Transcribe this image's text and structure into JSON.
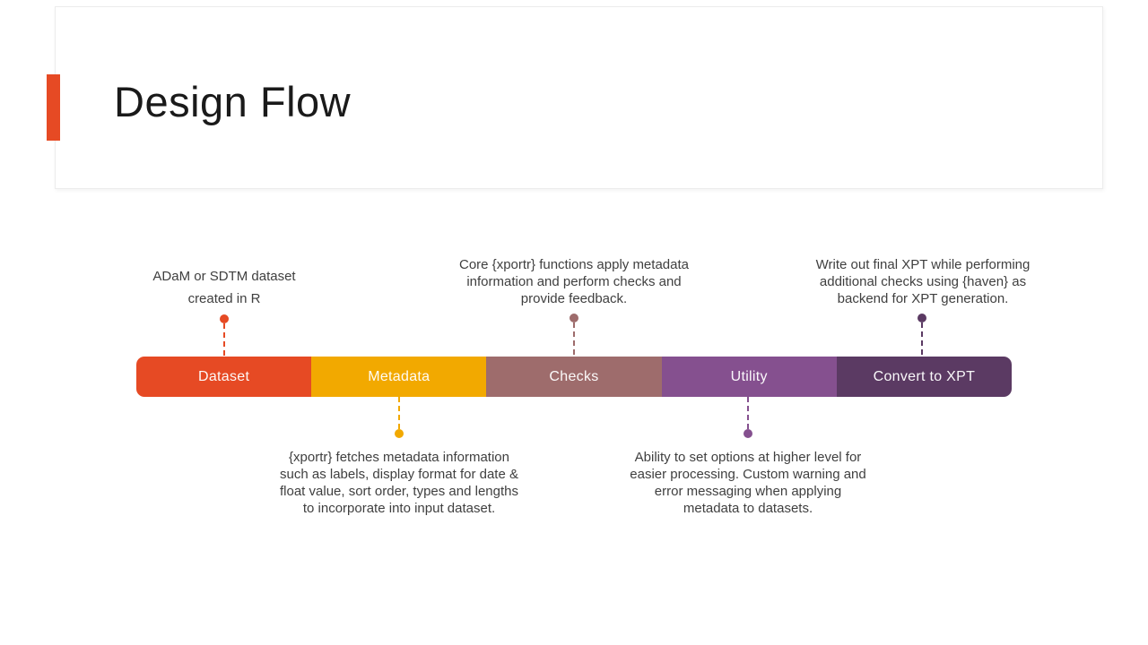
{
  "slide": {
    "title": "Design Flow"
  },
  "theme": {
    "accent": "#E64A24",
    "body_text": "#3F3F3F",
    "title_text": "#1A1A1A"
  },
  "flow": {
    "segments": [
      {
        "label": "Dataset",
        "color": "#E64A24"
      },
      {
        "label": "Metadata",
        "color": "#F2A900"
      },
      {
        "label": "Checks",
        "color": "#9E6C6C"
      },
      {
        "label": "Utility",
        "color": "#85508F"
      },
      {
        "label": "Convert to XPT",
        "color": "#5B3A63"
      }
    ]
  },
  "callouts": {
    "dataset": {
      "color": "#E64A24",
      "lines": [
        "ADaM or SDTM dataset",
        "created in R"
      ]
    },
    "metadata": {
      "color": "#F2A900",
      "lines": [
        "{xportr} fetches metadata information",
        "such as labels, display format for date &",
        "float value, sort order, types and lengths",
        "to incorporate into input dataset."
      ]
    },
    "checks": {
      "color": "#9E6C6C",
      "lines": [
        "Core {xportr} functions apply metadata",
        "information and perform checks and",
        "provide feedback."
      ]
    },
    "utility": {
      "color": "#85508F",
      "lines": [
        "Ability to set options at higher level for",
        "easier processing. Custom warning and",
        "error messaging when applying",
        "metadata to datasets."
      ]
    },
    "convert": {
      "color": "#5B3A63",
      "lines": [
        "Write out final XPT while performing",
        "additional checks using {haven} as",
        "backend for XPT generation."
      ]
    }
  }
}
